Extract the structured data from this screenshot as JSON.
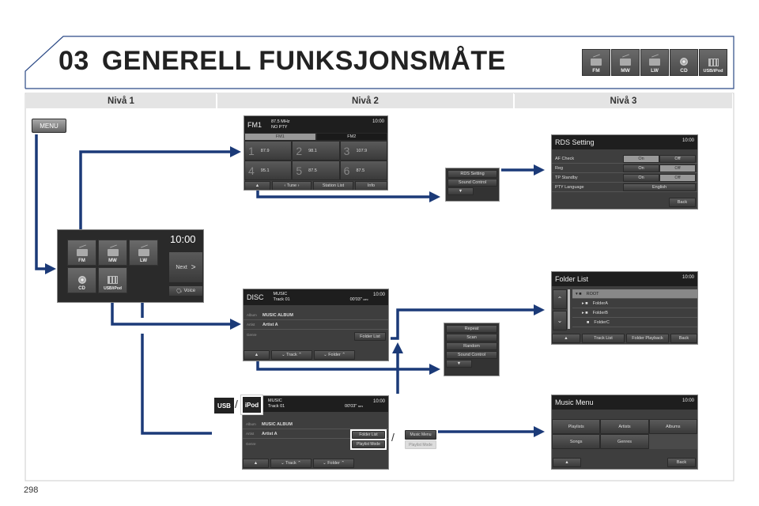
{
  "header": {
    "chapter": "03",
    "title": "GENERELL FUNKSJONSMÅTE",
    "sources": [
      "FM",
      "MW",
      "LW",
      "CD",
      "USB/iPod"
    ]
  },
  "columns": [
    "Nivå 1",
    "Nivå 2",
    "Nivå 3"
  ],
  "menu_button": "MENU",
  "home": {
    "clock": "10:00",
    "sources": [
      "FM",
      "MW",
      "LW",
      "CD",
      "USB/iPod"
    ],
    "next": "Next",
    "next_glyph": ">",
    "voice": "Voice"
  },
  "fm": {
    "band": "FM1",
    "freq": "87.5 MHz",
    "pty": "NO PTY",
    "clock": "10:00",
    "tabs": [
      "FM1",
      "FM2"
    ],
    "presets": [
      {
        "n": "1",
        "f": "87.9"
      },
      {
        "n": "2",
        "f": "98.1"
      },
      {
        "n": "3",
        "f": "107.9"
      },
      {
        "n": "4",
        "f": "95.1"
      },
      {
        "n": "5",
        "f": "87.5"
      },
      {
        "n": "6",
        "f": "87.5"
      }
    ],
    "buttons": [
      "▲",
      "‹  Tune  ›",
      "Station List",
      "Info"
    ]
  },
  "rds_popup": {
    "items": [
      "RDS Setting",
      "Sound Control"
    ],
    "down": "▼"
  },
  "rds": {
    "title": "RDS Setting",
    "clock": "10:00",
    "rows": [
      {
        "label": "AF Check",
        "on": "On",
        "off": "Off"
      },
      {
        "label": "Reg",
        "on": "On",
        "off": "Off"
      },
      {
        "label": "TP Standby",
        "on": "On",
        "off": "Off"
      }
    ],
    "pty_label": "PTY Language",
    "pty_value": "English",
    "back": "Back"
  },
  "disc": {
    "source": "DISC",
    "music": "MUSIC",
    "track": "Track 01",
    "time": "00'03\"",
    "format": "MP3",
    "clock": "10:00",
    "album_label": "Album",
    "album": "MUSIC ALBUM",
    "artist_label": "Artist",
    "artist": "Artist A",
    "genre_label": "Genre",
    "folder_list": "Folder List",
    "buttons": [
      "▲",
      "⌄  Track  ⌃",
      "⌄  Folder  ⌃"
    ]
  },
  "disc_popup": {
    "items": [
      "Repeat",
      "Scan",
      "Random",
      "Sound Control"
    ],
    "down": "▼"
  },
  "folder": {
    "title": "Folder List",
    "clock": "10:00",
    "items": [
      "ROOT",
      "FolderA",
      "FolderB",
      "FolderC"
    ],
    "up": "⌃",
    "down": "⌄",
    "buttons": [
      "▲",
      "Track List",
      "Folder Playback",
      "Back"
    ]
  },
  "usb": {
    "tags": [
      "USB",
      "iPod"
    ],
    "sep": "/",
    "music": "MUSIC",
    "track": "Track 01",
    "time": "00'03\"",
    "format": "MP3",
    "clock": "10:00",
    "album_label": "Album",
    "album": "MUSIC ALBUM",
    "artist_label": "Artist",
    "artist": "Artist A",
    "genre_label": "Genre",
    "folder_list": "Folder List",
    "playlist_mode": "Playlist Mode",
    "buttons": [
      "▲",
      "⌄  Track  ⌃",
      "⌄  Folder  ⌃"
    ]
  },
  "alt_popup": {
    "music_menu": "Music Menu",
    "playlist_mode": "Playlist Mode",
    "sep": "/"
  },
  "music_menu": {
    "title": "Music Menu",
    "clock": "10:00",
    "items": [
      "Playlists",
      "Artists",
      "Albums",
      "Songs",
      "Genres"
    ],
    "up": "▲",
    "back": "Back"
  },
  "page_number": "298",
  "colors": {
    "arrow": "#1b3a78",
    "frame": "#2c4a86"
  }
}
